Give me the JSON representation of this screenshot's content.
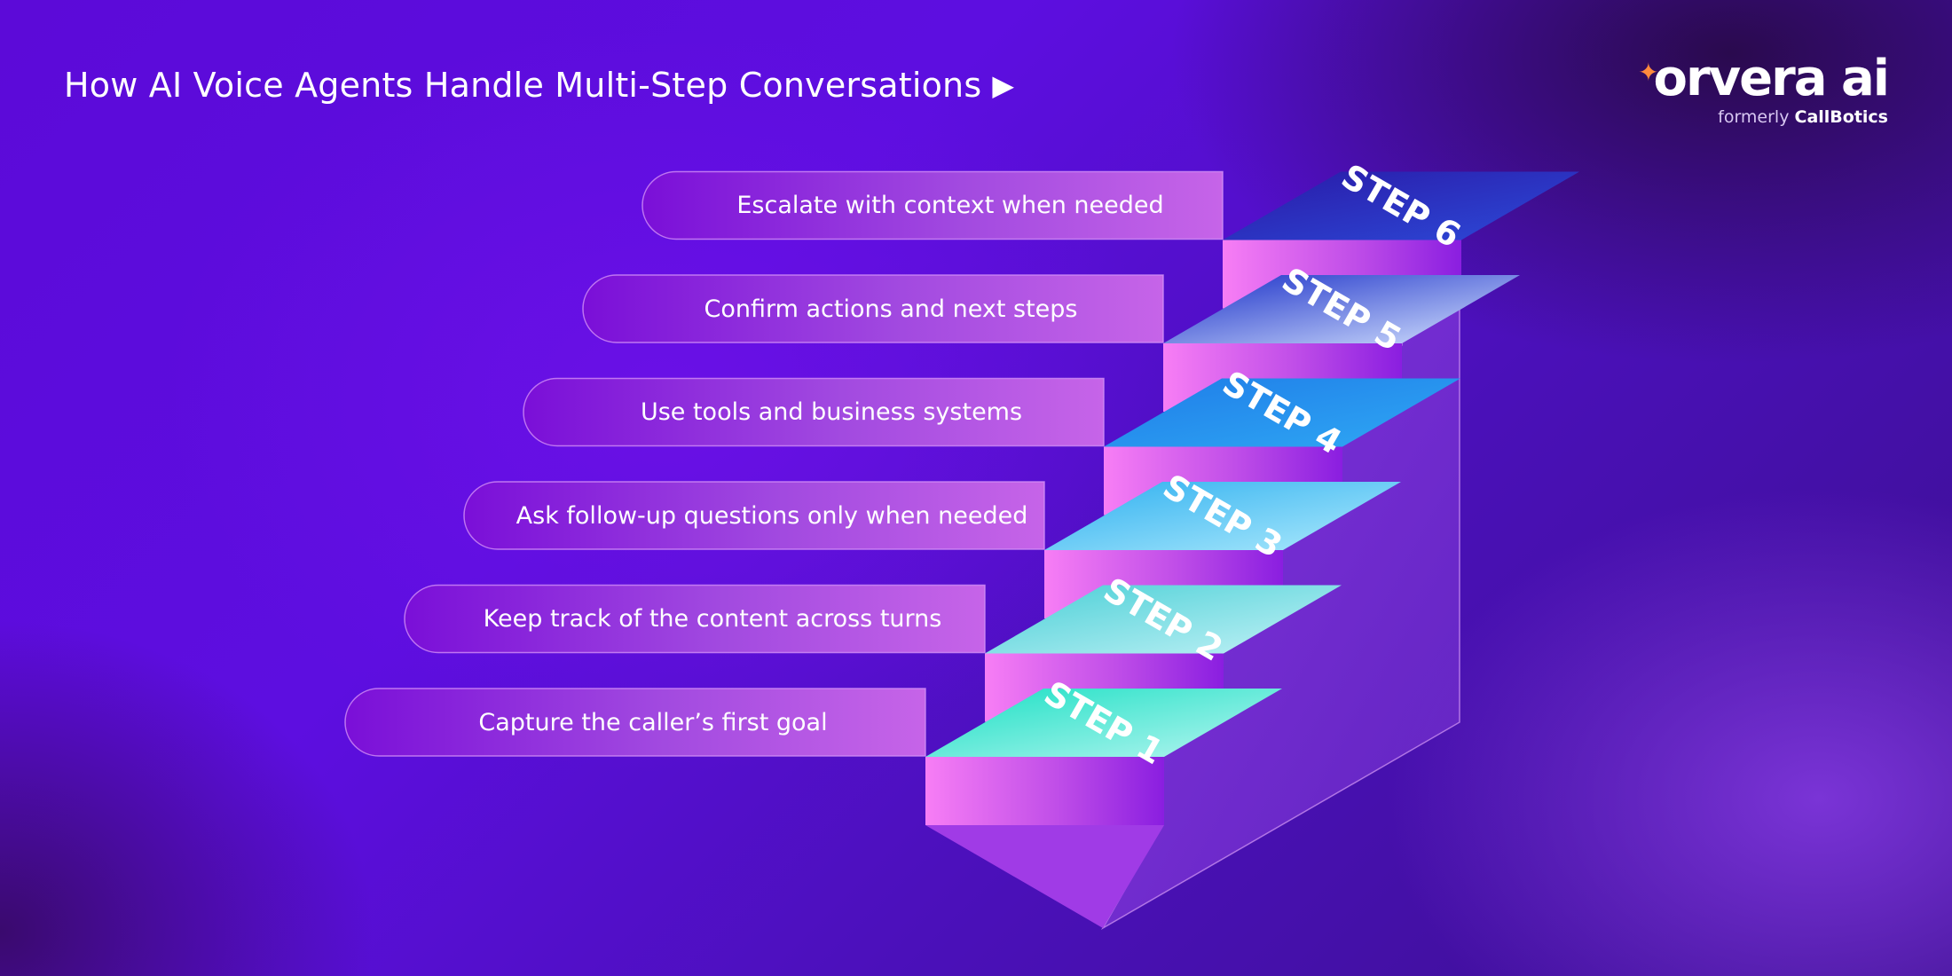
{
  "header": {
    "title": "How AI Voice Agents Handle Multi-Step Conversations",
    "play_icon": "play-triangle-icon"
  },
  "brand": {
    "logo_text": "orvera ai",
    "sub_prefix": "formerly",
    "sub_brand": "CallBotics",
    "spark_color": "#ff8a3d"
  },
  "steps": [
    {
      "badge": "STEP 1",
      "text": "Capture the caller’s first goal",
      "top_color_a": "#1be0c4",
      "top_color_b": "#b6f5f0"
    },
    {
      "badge": "STEP 2",
      "text": "Keep track of the content across turns",
      "top_color_a": "#49cfd6",
      "top_color_b": "#c3f2f6"
    },
    {
      "badge": "STEP 3",
      "text": "Ask follow-up questions only when needed",
      "top_color_a": "#2fb0f0",
      "top_color_b": "#aeeafc"
    },
    {
      "badge": "STEP 4",
      "text": "Use tools and business systems",
      "top_color_a": "#1f7de8",
      "top_color_b": "#2fa8f4"
    },
    {
      "badge": "STEP 5",
      "text": "Confirm actions and next steps",
      "top_color_a": "#1a2fc8",
      "top_color_b": "#d6e4ff"
    },
    {
      "badge": "STEP 6",
      "text": "Escalate with context when needed",
      "top_color_a": "#2a1aa8",
      "top_color_b": "#2c4ad8"
    }
  ]
}
